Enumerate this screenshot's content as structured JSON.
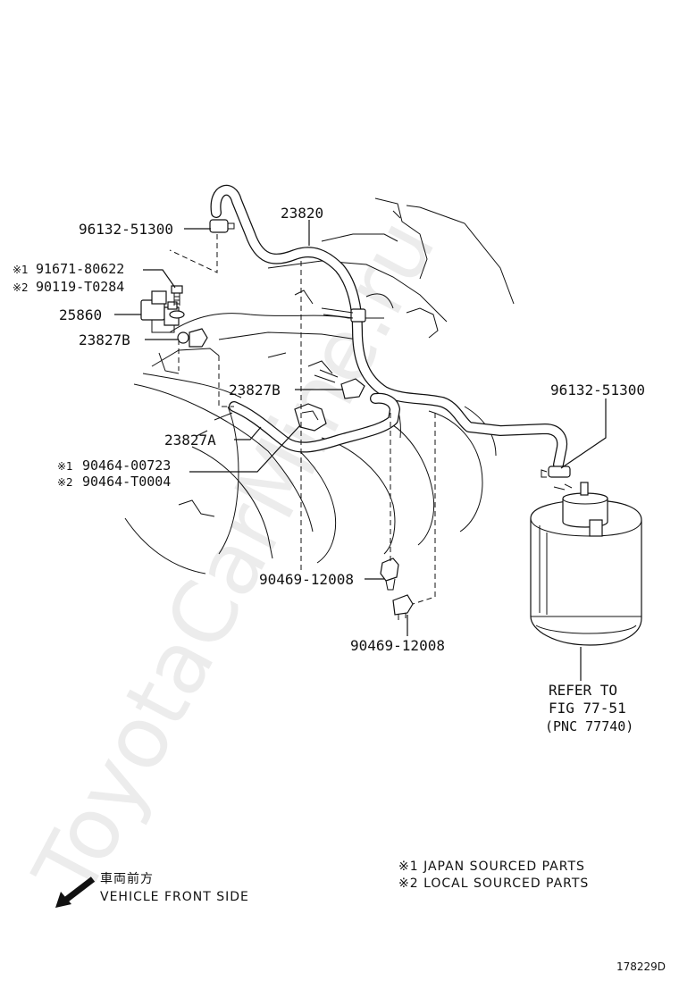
{
  "watermark": "ToyotaCarMine.ru",
  "parts": {
    "hose_top_clamp": "96132-51300",
    "hose_main": "23820",
    "bolt_japan": "91671-80622",
    "bolt_local": "90119-T0284",
    "vsv": "25860",
    "clamp_left": "23827B",
    "clamp_mid": "23827B",
    "hose_a": "23827A",
    "clip_japan": "90464-00723",
    "clip_local": "90464-T0004",
    "clamp_right": "96132-51300",
    "clip_lower_1": "90469-12008",
    "clip_lower_2": "90469-12008"
  },
  "marks": {
    "japan": "※1",
    "local": "※2"
  },
  "refer": {
    "line1": "REFER TO",
    "line2": "FIG 77-51",
    "line3": "(PNC 77740)"
  },
  "legend": {
    "japan": "※1 JAPAN SOURCED PARTS",
    "local": "※2 LOCAL SOURCED PARTS"
  },
  "direction": {
    "jp": "車両前方",
    "en": "VEHICLE FRONT SIDE"
  },
  "diagram_code": "178229D"
}
